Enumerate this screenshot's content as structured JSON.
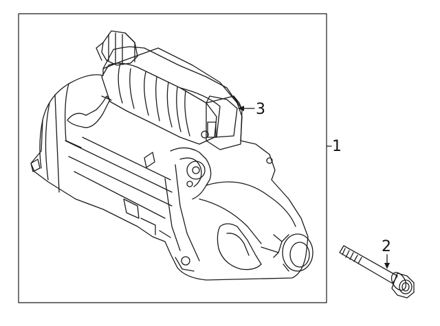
{
  "callouts": {
    "starter_assembly": "1",
    "mounting_bolt": "2",
    "solenoid_terminal": "3"
  },
  "colors": {
    "line": "#1a1a1a",
    "background": "#ffffff"
  }
}
